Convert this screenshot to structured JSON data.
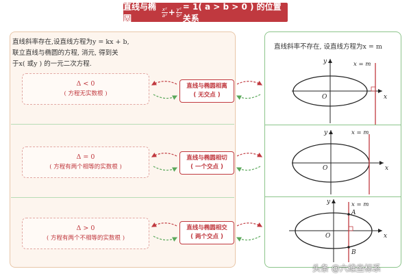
{
  "title": {
    "prefix": "直线与椭圆",
    "frac1_num": "x²",
    "frac1_den": "a²",
    "plus": "+",
    "frac2_num": "y²",
    "frac2_den": "b²",
    "suffix": "= 1( a > b > 0 ) 的位置关系"
  },
  "left": {
    "intro_line1": "直线斜率存在,设直线方程为y = kx + b,",
    "intro_line2": "联立直线与椭圆的方程, 消元, 得到关",
    "intro_line3": "于x( 或y ) 的一元二次方程.",
    "cases": [
      {
        "condition": "Δ < 0",
        "meaning": "( 方程无实数根 )"
      },
      {
        "condition": "Δ = 0",
        "meaning": "( 方程有两个相等的实数根 )"
      },
      {
        "condition": "Δ > 0",
        "meaning": "( 方程有两个不相等的实数根 )"
      }
    ]
  },
  "results": [
    {
      "line1": "直线与椭圆相离",
      "line2": "( 无交点 )"
    },
    {
      "line1": "直线与椭圆相切",
      "line2": "( 一个交点 )"
    },
    {
      "line1": "直线与椭圆相交",
      "line2": "( 两个交点 )"
    }
  ],
  "right": {
    "intro": "直线斜率不存在, 设直线方程为x = m",
    "line_label": "x = m",
    "axis_x": "x",
    "axis_y": "y",
    "origin": "O",
    "point_a": "A",
    "point_b": "B"
  },
  "colors": {
    "accent_red": "#c0393f",
    "panel_green": "#8bc48a",
    "panel_bg": "#fdf5ee"
  },
  "watermark": "头条 @六维坐标系"
}
